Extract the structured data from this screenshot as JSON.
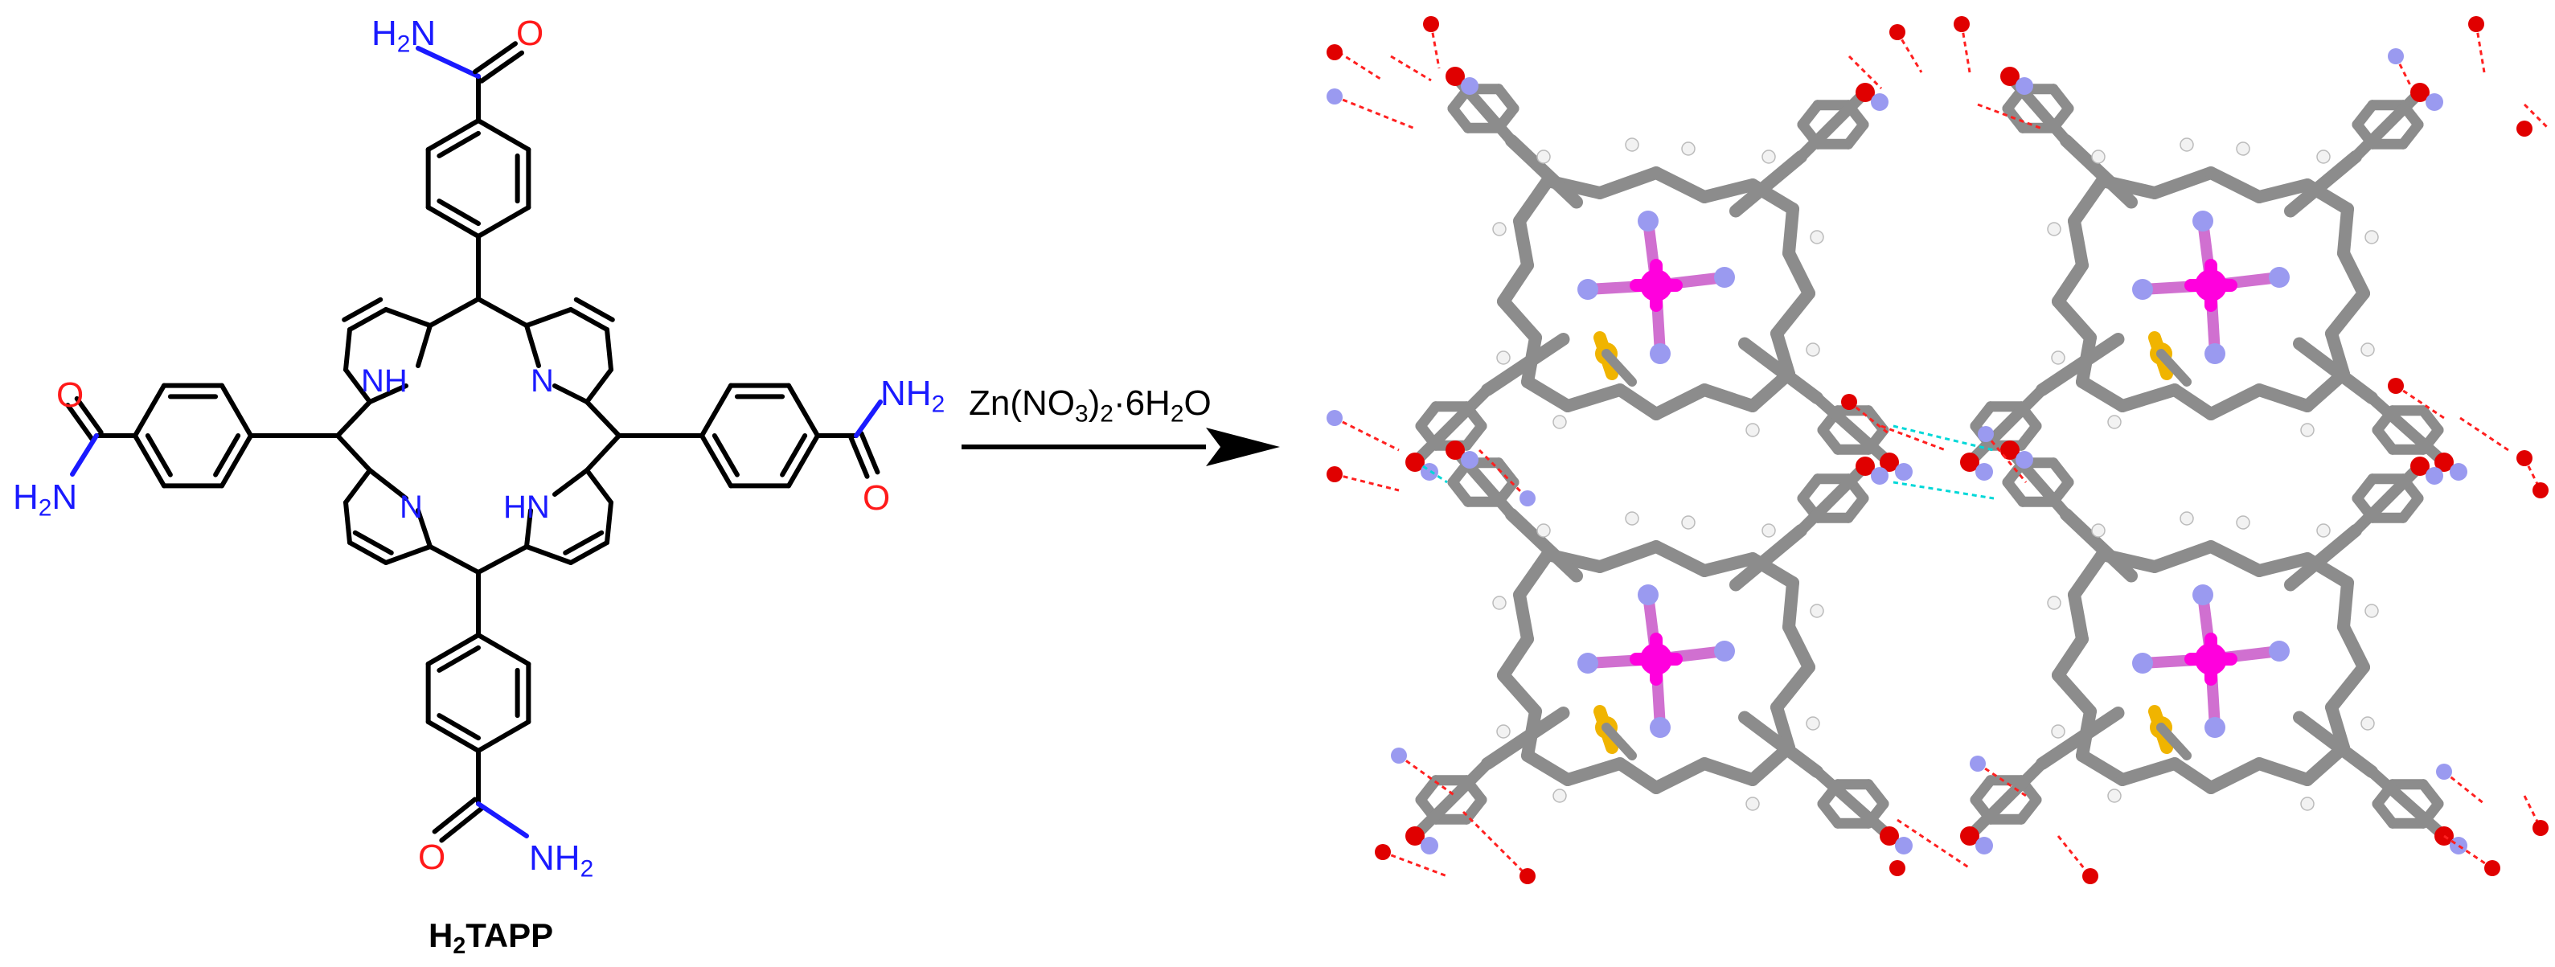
{
  "molecule": {
    "name_prefix": "H",
    "name_sub": "2",
    "name_suffix": "TAPP",
    "atoms": {
      "h2n_top": {
        "pre": "H",
        "sub": "2",
        "post": "N"
      },
      "o_top": "O",
      "h2n_left": {
        "pre": "H",
        "sub": "2",
        "post": "N"
      },
      "o_left": "O",
      "nh2_right": {
        "pre": "NH",
        "sub": "2",
        "post": ""
      },
      "o_right": "O",
      "nh2_bottom": {
        "pre": "NH",
        "sub": "2",
        "post": ""
      },
      "o_bottom": "O",
      "nh_upper": "NH",
      "n_upper": "N",
      "n_lower": "N",
      "hn_lower": "HN"
    }
  },
  "reaction": {
    "reagent": {
      "p1": "Zn(NO",
      "s1": "3",
      "p2": ")",
      "s2": "2",
      "p3": "·6H",
      "s3": "2",
      "p4": "O"
    }
  },
  "colors": {
    "bond": "#000000",
    "nitrogen_label": "#1a1aff",
    "oxygen_label": "#ff1a1a",
    "carbon_stick": "#8c8c8c",
    "hydrogen": "#f2f2f2",
    "nitrogen_atom": "#9a9af0",
    "oxygen_atom": "#e00000",
    "zinc": "#ff00dd",
    "sulfur": "#f0b400",
    "h_bond": "#ff2020",
    "contact": "#00d8d8"
  }
}
